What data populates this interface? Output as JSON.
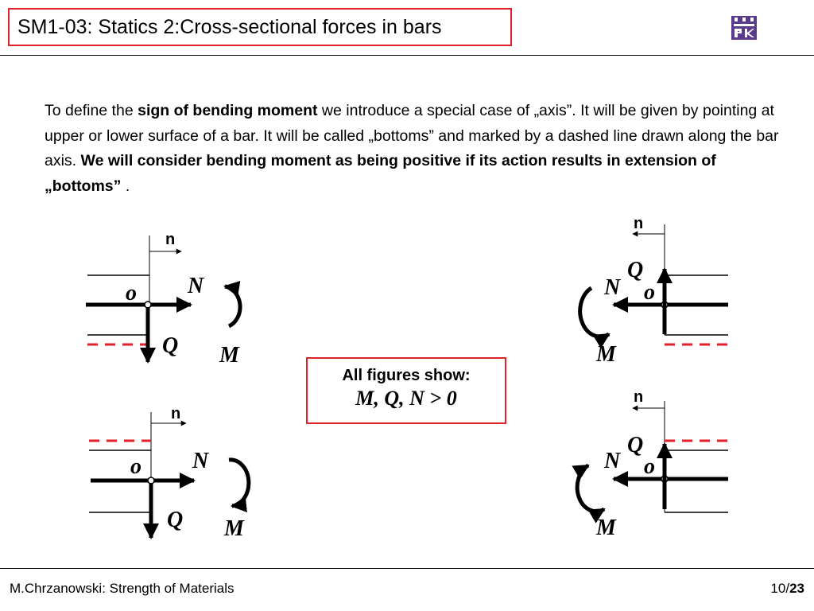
{
  "header": {
    "title": "SM1-03: Statics 2:Cross-sectional forces in bars"
  },
  "intro": {
    "t1": "To define the ",
    "b1": "sign of bending moment",
    "t2": " we introduce a special case of „axis”. It will be given by pointing at upper or lower surface of a bar. It will be called „bottoms” and marked by a dashed line drawn along the bar axis. ",
    "b2": "We will consider bending moment as being positive if its action results in extension of „bottoms”",
    "t3": " ."
  },
  "info_box": {
    "title": "All figures show:",
    "formula": "M, Q, N > 0"
  },
  "figures": {
    "top_left": {
      "n": "n",
      "o": "o",
      "N": "N",
      "Q": "Q",
      "M": "M"
    },
    "top_right": {
      "n": "n",
      "o": "o",
      "N": "N",
      "Q": "Q",
      "M": "M"
    },
    "bottom_left": {
      "n": "n",
      "o": "o",
      "N": "N",
      "Q": "Q",
      "M": "M"
    },
    "bottom_right": {
      "n": "n",
      "o": "o",
      "N": "N",
      "Q": "Q",
      "M": "M"
    }
  },
  "footer": {
    "author": "M.Chrzanowski: Strength of Materials",
    "page_current": "10",
    "page_sep": "/",
    "page_total": "23"
  },
  "colors": {
    "accent_red": "#e0202a",
    "dashed_red": "#e0202a",
    "logo_purple": "#5a3a8c"
  }
}
